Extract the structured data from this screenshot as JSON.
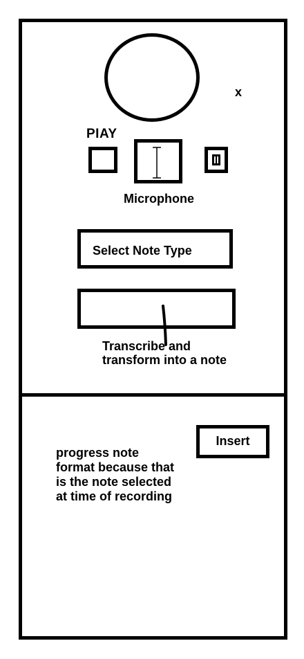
{
  "header": {
    "close_label": "x"
  },
  "controls": {
    "play_label": "PIAY",
    "microphone_label": "Microphone"
  },
  "note_type": {
    "button_label": "Select Note Type"
  },
  "transcribe": {
    "label": "Transcribe and transform into a note"
  },
  "result": {
    "insert_label": "Insert",
    "note_text": "progress note format because that is the note selected at time of recording"
  },
  "colors": {
    "stroke": "#000000",
    "background": "#ffffff"
  }
}
